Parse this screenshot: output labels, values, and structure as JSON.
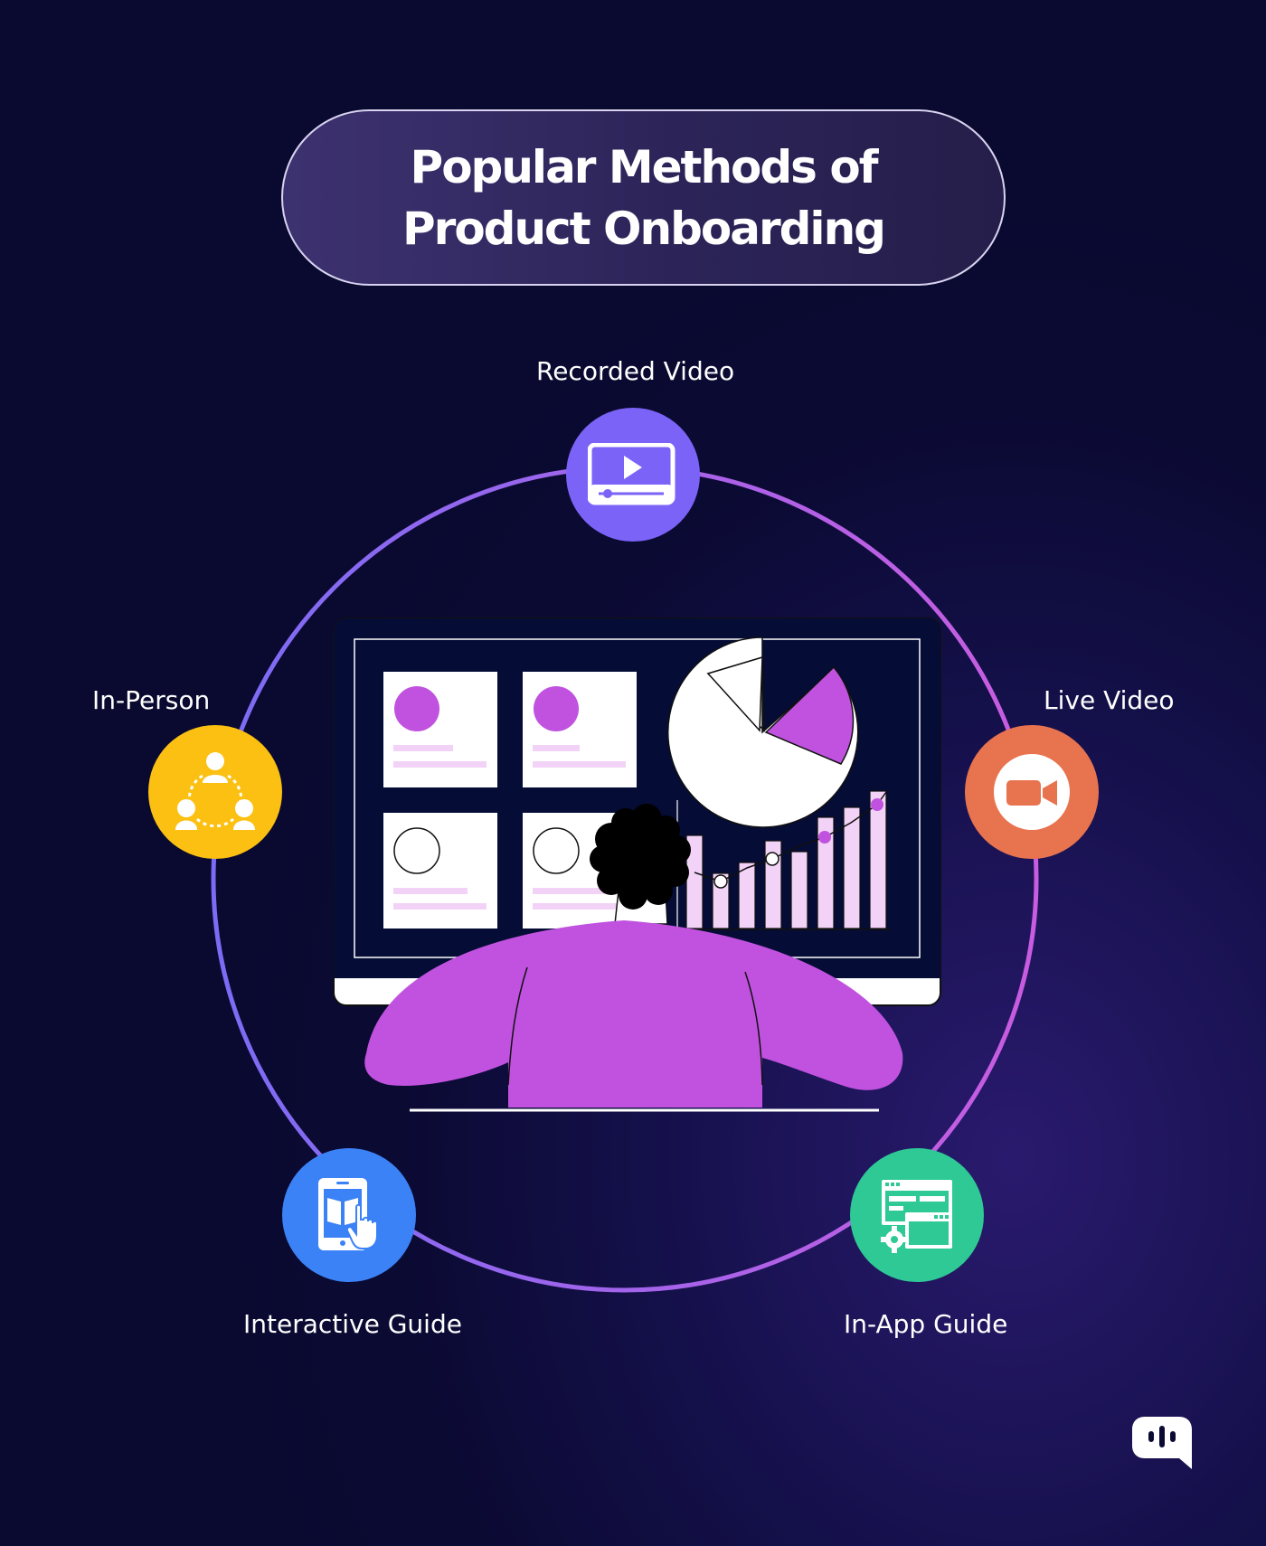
{
  "title": {
    "line1": "Popular Methods of",
    "line2": "Product Onboarding"
  },
  "methods": [
    {
      "key": "recorded",
      "label": "Recorded Video",
      "icon": "play-video-icon",
      "color": "#7b63f7"
    },
    {
      "key": "live",
      "label": "Live Video",
      "icon": "video-camera-icon",
      "color": "#e8734f"
    },
    {
      "key": "inapp",
      "label": "In-App Guide",
      "icon": "app-window-gear-icon",
      "color": "#2ec995"
    },
    {
      "key": "interactive",
      "label": "Interactive Guide",
      "icon": "tablet-touch-icon",
      "color": "#3b82f6"
    },
    {
      "key": "inperson",
      "label": "In-Person",
      "icon": "people-network-icon",
      "color": "#fbc012"
    }
  ],
  "colors": {
    "ring_start": "#7b6cf5",
    "ring_end": "#c95ce0",
    "accent_purple": "#c052df",
    "light_pink": "#f2d3f7",
    "screen": "#050c35"
  },
  "brand_logo": "chat-bubble-logo-icon"
}
